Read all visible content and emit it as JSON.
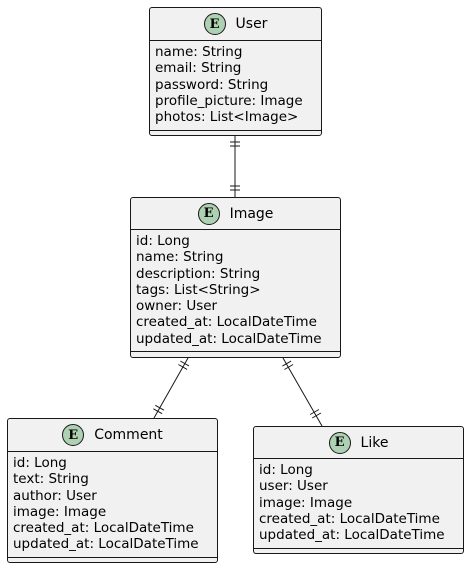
{
  "diagram": {
    "entities": [
      {
        "id": "user",
        "badge": "E",
        "name": "User",
        "fields": [
          "name: String",
          "email: String",
          "password: String",
          "profile_picture: Image",
          "photos: List<Image>"
        ]
      },
      {
        "id": "image",
        "badge": "E",
        "name": "Image",
        "fields": [
          "id: Long",
          "name: String",
          "description: String",
          "tags: List<String>",
          "owner: User",
          "created_at: LocalDateTime",
          "updated_at: LocalDateTime"
        ]
      },
      {
        "id": "comment",
        "badge": "E",
        "name": "Comment",
        "fields": [
          "id: Long",
          "text: String",
          "author: User",
          "image: Image",
          "created_at: LocalDateTime",
          "updated_at: LocalDateTime"
        ]
      },
      {
        "id": "like",
        "badge": "E",
        "name": "Like",
        "fields": [
          "id: Long",
          "user: User",
          "image: Image",
          "created_at: LocalDateTime",
          "updated_at: LocalDateTime"
        ]
      }
    ],
    "relationships": [
      {
        "from": "user",
        "to": "image",
        "from_cardinality": "exactly-one",
        "to_cardinality": "exactly-one"
      },
      {
        "from": "image",
        "to": "comment",
        "from_cardinality": "exactly-one",
        "to_cardinality": "exactly-one"
      },
      {
        "from": "image",
        "to": "like",
        "from_cardinality": "exactly-one",
        "to_cardinality": "exactly-one"
      }
    ],
    "colors": {
      "entity_fill": "#f1f1f1",
      "border": "#181818",
      "badge_fill": "#add1b2"
    }
  }
}
